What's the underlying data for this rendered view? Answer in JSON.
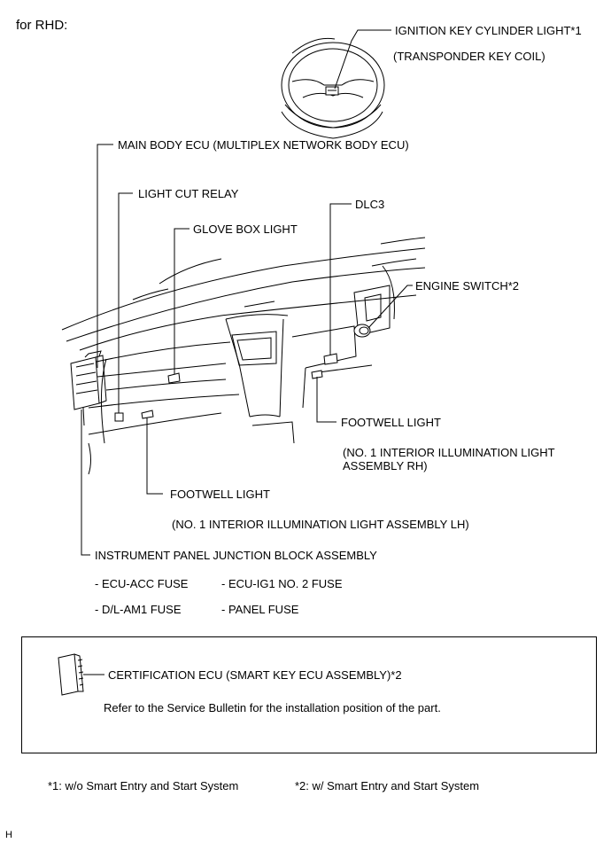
{
  "header": {
    "variant": "for RHD:"
  },
  "labels": {
    "ignition_light": "IGNITION KEY CYLINDER LIGHT*1",
    "transponder": "(TRANSPONDER KEY COIL)",
    "main_body_ecu": "MAIN BODY ECU (MULTIPLEX NETWORK BODY ECU)",
    "light_cut_relay": "LIGHT CUT RELAY",
    "glove_box_light": "GLOVE BOX LIGHT",
    "dlc3": "DLC3",
    "engine_switch": "ENGINE SWITCH*2",
    "footwell_rh": "FOOTWELL LIGHT",
    "footwell_rh_desc_1": "(NO. 1 INTERIOR ILLUMINATION LIGHT",
    "footwell_rh_desc_2": "ASSEMBLY RH)",
    "footwell_lh": "FOOTWELL LIGHT",
    "footwell_lh_desc": "(NO. 1 INTERIOR ILLUMINATION LIGHT ASSEMBLY LH)",
    "junction_block": "INSTRUMENT PANEL JUNCTION BLOCK ASSEMBLY"
  },
  "fuses": [
    "- ECU-ACC FUSE",
    "- ECU-IG1 NO. 2 FUSE",
    "- D/L-AM1 FUSE",
    "- PANEL FUSE"
  ],
  "box": {
    "cert_ecu": "CERTIFICATION ECU (SMART KEY ECU ASSEMBLY)*2",
    "note": "Refer to the Service Bulletin for the installation position of the part."
  },
  "footnotes": [
    "*1: w/o Smart Entry and Start System",
    "*2: w/ Smart Entry and Start System"
  ],
  "corner_code": "H"
}
